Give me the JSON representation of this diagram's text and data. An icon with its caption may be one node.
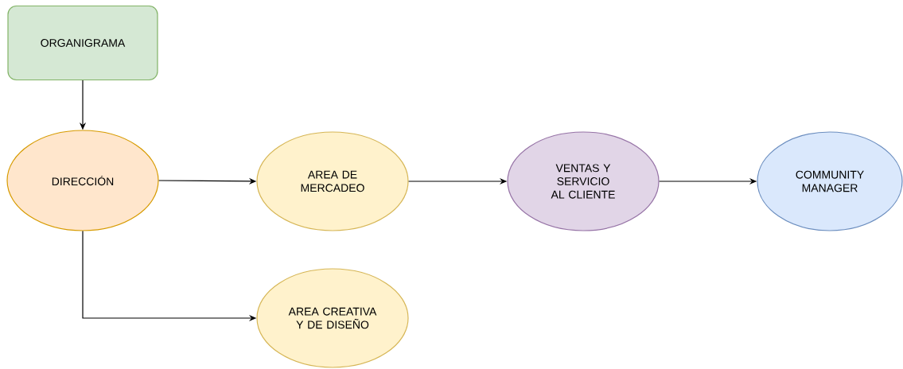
{
  "diagram": {
    "nodes": [
      {
        "text": [
          "ORGANIGRAMA"
        ]
      },
      {
        "text": [
          "DIRECCIÓN"
        ]
      },
      {
        "text": [
          "AREA DE MERCADEO"
        ]
      },
      {
        "text": [
          "VENTAS Y SERVICIO AL CLIENTE"
        ]
      },
      {
        "text": [
          "COMMUNITY MANAGER"
        ]
      },
      {
        "text": [
          "AREA CREATIVA Y DE DISEÑO"
        ]
      }
    ],
    "edges": [
      {
        "from": 0,
        "to": 1,
        "arrow": "to"
      },
      {
        "from": 1,
        "to": 2,
        "arrow": "to"
      },
      {
        "from": 2,
        "to": 3,
        "arrow": "to"
      },
      {
        "from": 3,
        "to": 4,
        "arrow": "to"
      },
      {
        "from": 1,
        "to": 5,
        "arrow": "to"
      }
    ]
  }
}
